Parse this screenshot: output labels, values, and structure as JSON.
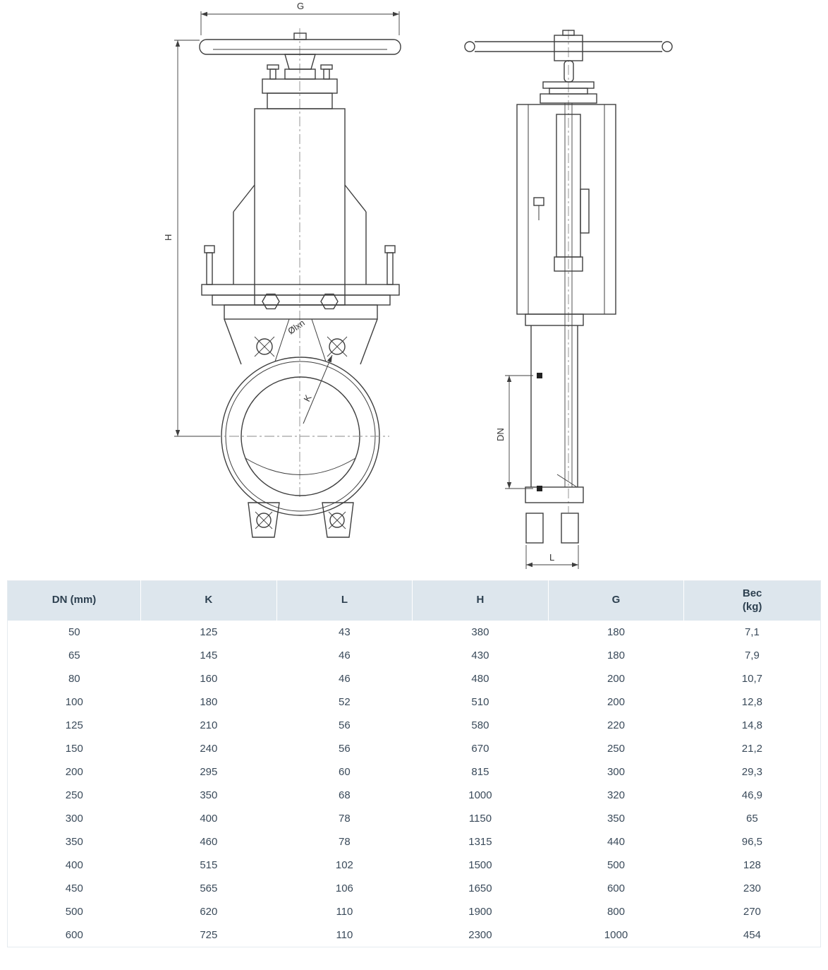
{
  "diagram": {
    "labels": {
      "g": "G",
      "h": "H",
      "k": "K",
      "bolt_circle": "Ølxn",
      "dn": "DN",
      "l": "L"
    }
  },
  "table": {
    "headers": [
      "DN (mm)",
      "K",
      "L",
      "H",
      "G",
      "Bec\n(kg)"
    ],
    "rows": [
      [
        "50",
        "125",
        "43",
        "380",
        "180",
        "7,1"
      ],
      [
        "65",
        "145",
        "46",
        "430",
        "180",
        "7,9"
      ],
      [
        "80",
        "160",
        "46",
        "480",
        "200",
        "10,7"
      ],
      [
        "100",
        "180",
        "52",
        "510",
        "200",
        "12,8"
      ],
      [
        "125",
        "210",
        "56",
        "580",
        "220",
        "14,8"
      ],
      [
        "150",
        "240",
        "56",
        "670",
        "250",
        "21,2"
      ],
      [
        "200",
        "295",
        "60",
        "815",
        "300",
        "29,3"
      ],
      [
        "250",
        "350",
        "68",
        "1000",
        "320",
        "46,9"
      ],
      [
        "300",
        "400",
        "78",
        "1150",
        "350",
        "65"
      ],
      [
        "350",
        "460",
        "78",
        "1315",
        "440",
        "96,5"
      ],
      [
        "400",
        "515",
        "102",
        "1500",
        "500",
        "128"
      ],
      [
        "450",
        "565",
        "106",
        "1650",
        "600",
        "230"
      ],
      [
        "500",
        "620",
        "110",
        "1900",
        "800",
        "270"
      ],
      [
        "600",
        "725",
        "110",
        "2300",
        "1000",
        "454"
      ]
    ]
  }
}
